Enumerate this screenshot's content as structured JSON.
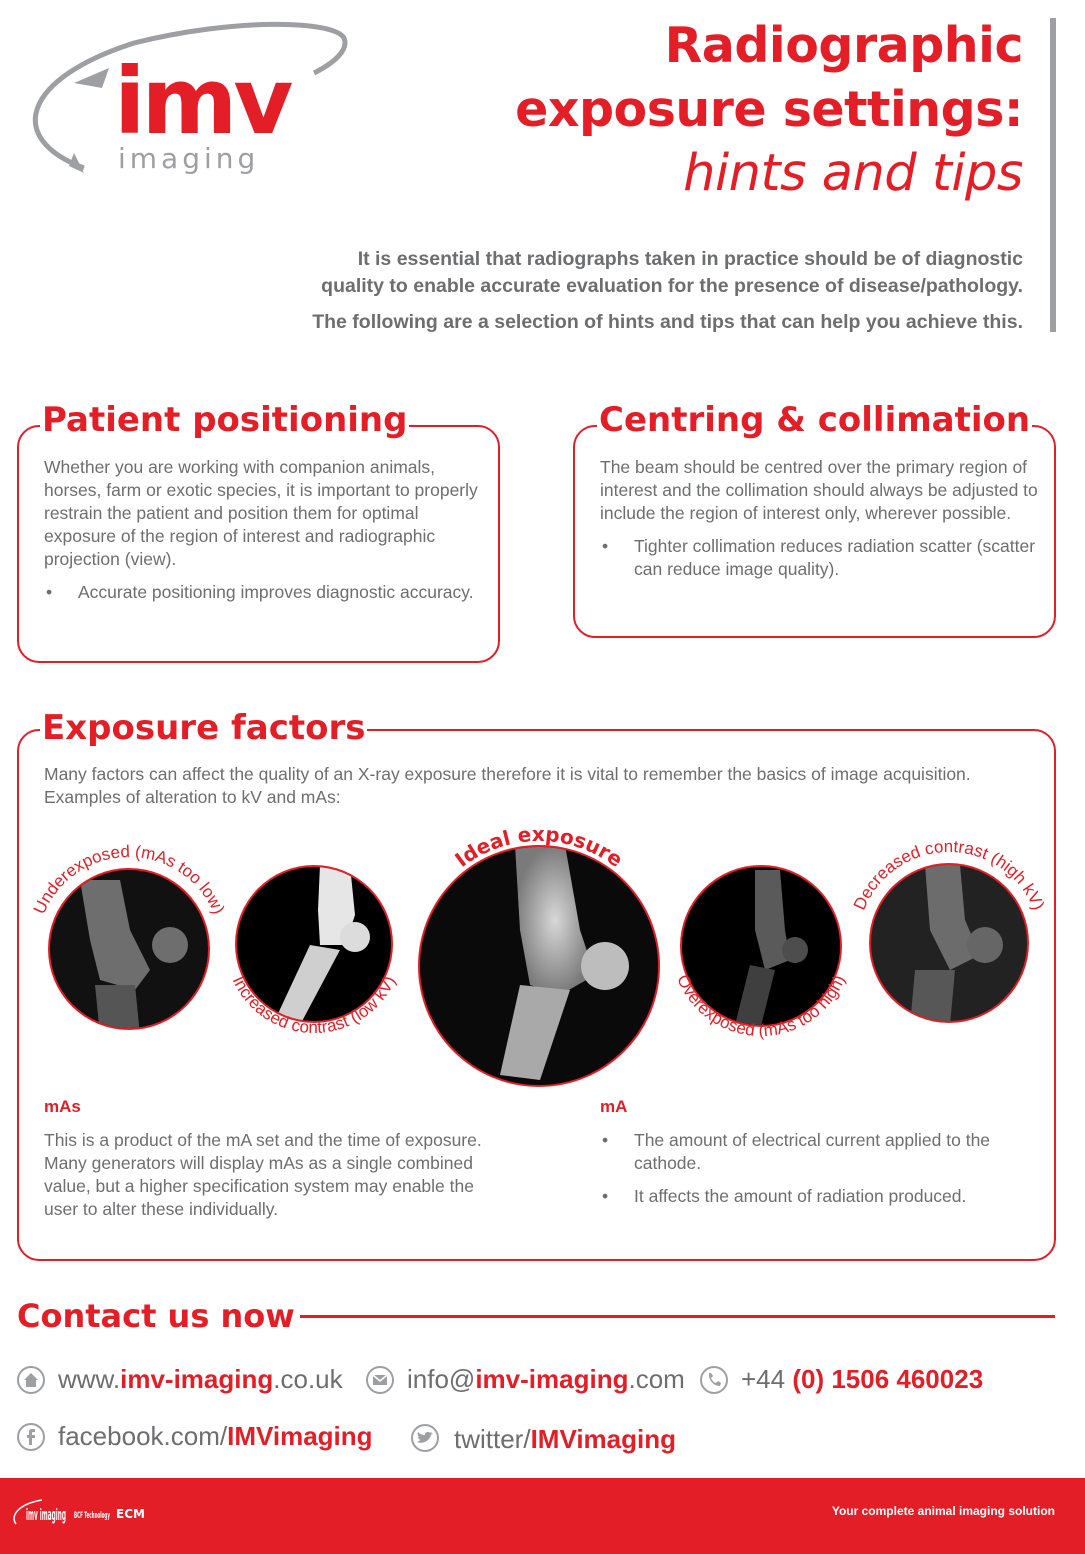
{
  "logo": {
    "brand": "imv",
    "sub": "imaging"
  },
  "title": {
    "line1": "Radiographic",
    "line2": "exposure settings:",
    "line3": "hints and tips"
  },
  "intro": {
    "p1_line1": "It is essential that radiographs taken in practice should be of diagnostic",
    "p1_line2": "quality to enable accurate evaluation for the presence of disease/pathology.",
    "p2": "The following are a selection of hints and tips that can help you achieve this."
  },
  "patient_positioning": {
    "heading": "Patient positioning",
    "body": "Whether you are working with companion animals, horses, farm or exotic species, it is important to properly restrain the patient and position them for optimal exposure of the region of interest and radiographic projection (view).",
    "bullet": "Accurate positioning improves diagnostic accuracy."
  },
  "centring": {
    "heading": "Centring & collimation",
    "body": "The beam should be centred over the primary region of interest and the collimation should always be adjusted to include the region of interest only, wherever possible.",
    "bullet": "Tighter collimation reduces radiation scatter (scatter can reduce image quality)."
  },
  "exposure": {
    "heading": "Exposure factors",
    "intro": "Many factors can affect the quality of an X-ray exposure therefore it is vital to remember the basics of image acquisition. Examples of alteration to kV and mAs:",
    "images": [
      {
        "label": "Underexposed (mAs too low)"
      },
      {
        "label": "Increased contrast (low kV)"
      },
      {
        "label": "Ideal exposure"
      },
      {
        "label": "Overexposed (mAs too high)"
      },
      {
        "label": "Decreased contrast (high kV)"
      }
    ],
    "mas_heading": "mAs",
    "mas_body": "This is a product of the mA set and the time of exposure. Many generators will display mAs as a single combined value, but a higher specification system may enable the user to alter these individually.",
    "ma_heading": "mA",
    "ma_bullet1": "The amount of electrical current applied to the cathode.",
    "ma_bullet2": "It affects the amount of radiation produced."
  },
  "contact": {
    "title": "Contact us now",
    "web_pre": "www.",
    "web_bold": "imv-imaging",
    "web_post": ".co.uk",
    "email_pre": "info@",
    "email_bold": "imv-imaging",
    "email_post": ".com",
    "phone_pre": "+44 ",
    "phone_bold": "(0) 1506 460023",
    "facebook_pre": "facebook.com/",
    "facebook_bold": "IMVimaging",
    "twitter_pre": "twitter/",
    "twitter_bold": "IMVimaging"
  },
  "footer": {
    "tagline": "Your complete animal imaging solution",
    "logos": [
      "imv imaging",
      "BCF Technology",
      "ECM"
    ]
  },
  "colors": {
    "accent": "#e31e26",
    "text": "#6d6e70",
    "bar": "#9d9fa2"
  },
  "icons": [
    "home-icon",
    "envelope-icon",
    "phone-icon",
    "facebook-icon",
    "twitter-icon"
  ]
}
